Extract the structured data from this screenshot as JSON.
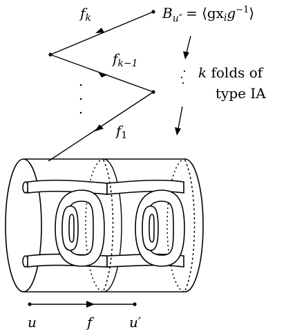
{
  "labels": {
    "f_k": "f",
    "f_k_sub": "k",
    "f_k1": "f",
    "f_k1_sub": "k−1",
    "f_1": "f",
    "f_1_sub": "1",
    "B": "B",
    "B_sub": "u″",
    "B_eq": "= ⟨gx",
    "B_eq_sub": "i",
    "B_eq_rest": "g",
    "B_eq_sup": "−1",
    "B_eq_end": "⟩",
    "dots_vertical": "⋮",
    "dots_diag": "⋰",
    "folds_k": "k",
    "folds_line1": " folds of",
    "folds_line2": "type IA",
    "u": "u",
    "f": "f",
    "u_prime": "u′"
  },
  "colors": {
    "stroke": "#000000",
    "background": "#ffffff"
  }
}
